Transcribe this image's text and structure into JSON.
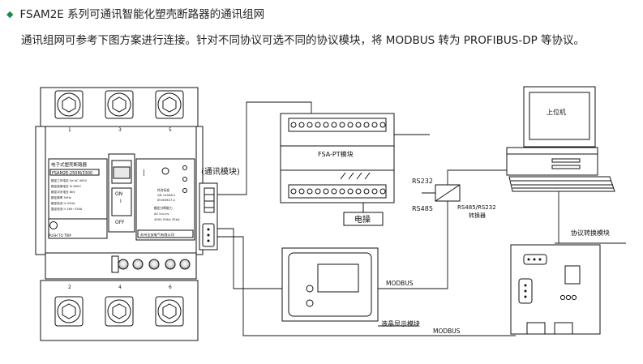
{
  "heading": {
    "bullet_icon": "diamond-bullet-icon",
    "bullet_color": "#1f8a4c",
    "text": "FSAM2E 系列可通讯智能化塑壳断路器的通讯组网"
  },
  "description": "通讯组网可参考下图方案进行连接。针对不同协议可选不同的协议模块，将 MODBUS 转为 PROFIBUS-DP 等协议。",
  "diagram": {
    "breaker": {
      "terminal_labels_top": [
        "1",
        "3",
        "5"
      ],
      "terminal_labels_bottom": [
        "2",
        "4",
        "6"
      ],
      "nameplate_title": "电子式塑壳断路器",
      "model": "FSAM2E-250M/3300",
      "specs": [
        "额定工作电压 Ue  AC 400V",
        "额定绝缘电压 Ui  800V",
        "额定冲击电压  8kV",
        "额定频率  50Hz",
        "额定电流 In  250A",
        "整定电流 Ir  160~250A"
      ],
      "handle_on": "ON",
      "handle_on_mark": "I",
      "handle_off": "OFF",
      "push_to_trip": "PUSH TO TRIP",
      "right_panel_texts": [
        "符合标准",
        "GB 14048.2",
        "IEC60947-2",
        "额定分断能力",
        "AC  Icu  Ics",
        "400V 50kA 35kA"
      ],
      "manufacturer": "苏州全安电气有限公司"
    },
    "comm_module_label": "(通讯模块)",
    "fsa_pt": {
      "label": "FSA-PT模块",
      "power_label": "电操"
    },
    "computer_label": "上位机",
    "converter": {
      "rs232": "RS232",
      "rs485": "RS485",
      "name_line1": "RS485/RS232",
      "name_line2": "转换器"
    },
    "protocol_module_label": "协议转换模块",
    "lcd_label": "液晶显示模块",
    "bus_label_1": "MODBUS",
    "bus_label_2": "MODBUS"
  }
}
